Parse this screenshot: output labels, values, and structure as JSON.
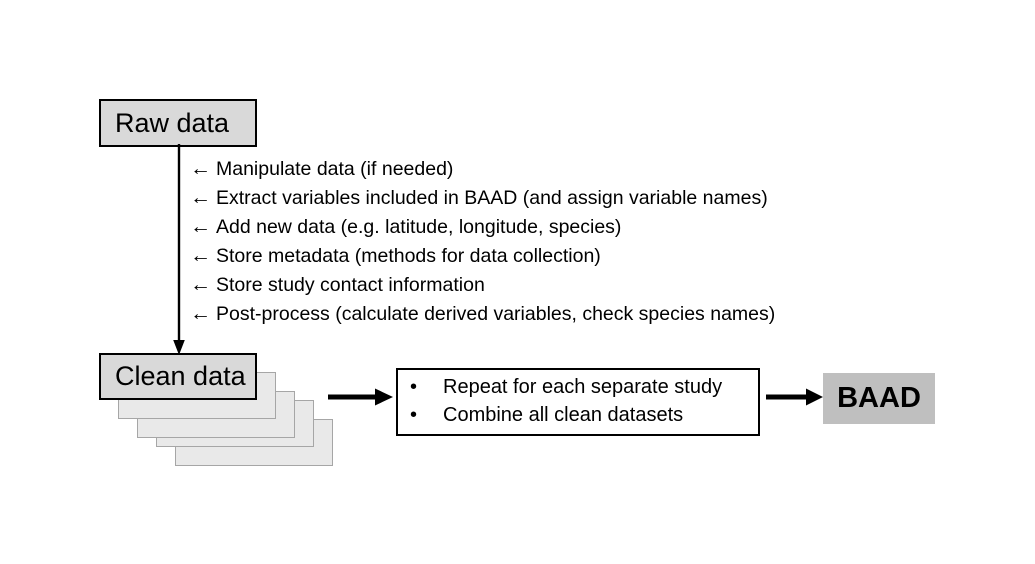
{
  "diagram": {
    "title_nodes": {
      "raw_data": "Raw data",
      "clean_data": "Clean data",
      "baad": "BAAD"
    },
    "steps": [
      {
        "marker": "←",
        "text": "Manipulate data (if needed)"
      },
      {
        "marker": "←",
        "text": "Extract variables included in BAAD (and assign variable names)"
      },
      {
        "marker": "←",
        "text": "Add new data (e.g. latitude, longitude, species)"
      },
      {
        "marker": "←",
        "text": "Store metadata (methods for data collection)"
      },
      {
        "marker": "←",
        "text": "Store study contact information"
      },
      {
        "marker": "←",
        "text": "Post-process (calculate derived variables, check species names)"
      }
    ],
    "combine_box": {
      "bullets": [
        {
          "marker": "•",
          "text": "Repeat for each separate study"
        },
        {
          "marker": "•",
          "text": "Combine all clean datasets"
        }
      ]
    },
    "colors": {
      "background": "#ffffff",
      "node_fill": "#d9d9d9",
      "node_border": "#000000",
      "stack_fill": "#e9e9e9",
      "stack_border": "#a6a6a6",
      "baad_fill": "#bfbfbf",
      "text": "#000000",
      "combine_fill": "#ffffff"
    }
  }
}
